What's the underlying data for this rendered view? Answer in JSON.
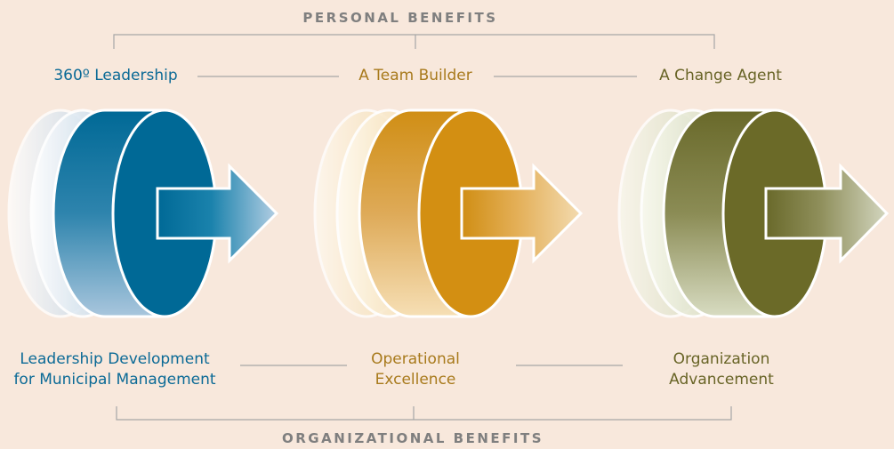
{
  "personal_benefits_title": "PERSONAL BENEFITS",
  "organizational_benefits_title": "ORGANIZATIONAL BENEFITS",
  "stages": [
    {
      "top_label": "360º Leadership",
      "bottom_label_line1": "Leadership Development",
      "bottom_label_line2": "for Municipal Management",
      "color": "#006996",
      "label_color": "#0b6a96"
    },
    {
      "top_label": "A Team Builder",
      "bottom_label_line1": "Operational",
      "bottom_label_line2": "Excellence",
      "color": "#d38f12",
      "label_color": "#a87a1c"
    },
    {
      "top_label": "A Change Agent",
      "bottom_label_line1": "Organization",
      "bottom_label_line2": "Advancement",
      "color": "#6b6a28",
      "label_color": "#686426"
    }
  ],
  "colors": {
    "background": "#f8e8dc",
    "connector_line": "#a6a6a6",
    "header_text": "#7f7f7f"
  }
}
